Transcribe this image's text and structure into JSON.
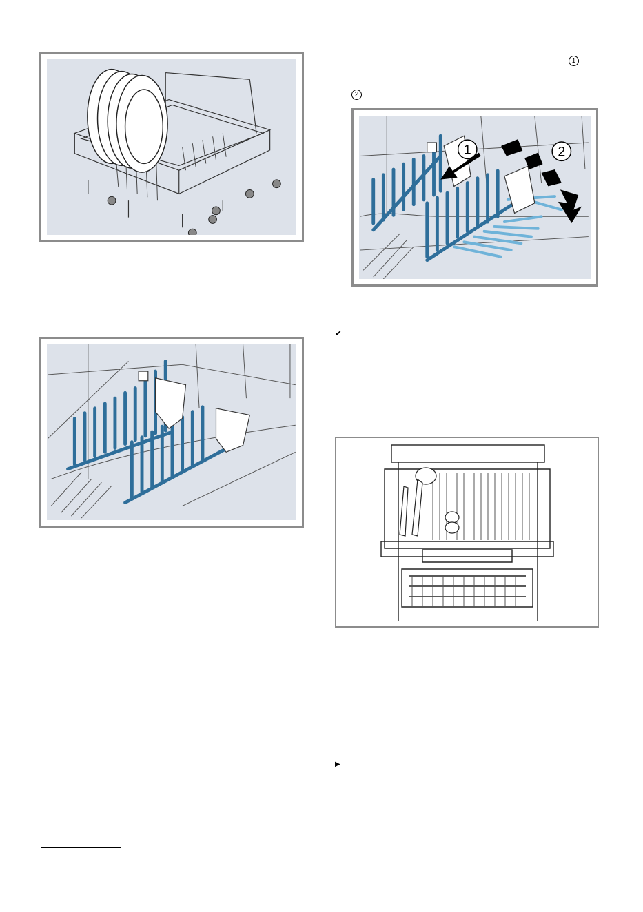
{
  "steps": {
    "step1_number": "1",
    "step2_number": "2"
  },
  "markers": {
    "result_check": "✔",
    "action_triangle": "▶"
  },
  "figures": {
    "fig2_callout1": "1",
    "fig2_callout2": "2"
  },
  "colors": {
    "figure_background": "#dde2ea",
    "frame": "#8c8c8c",
    "tine_blue": "#2e6e9a",
    "tine_light_blue": "#6fb3d9"
  }
}
